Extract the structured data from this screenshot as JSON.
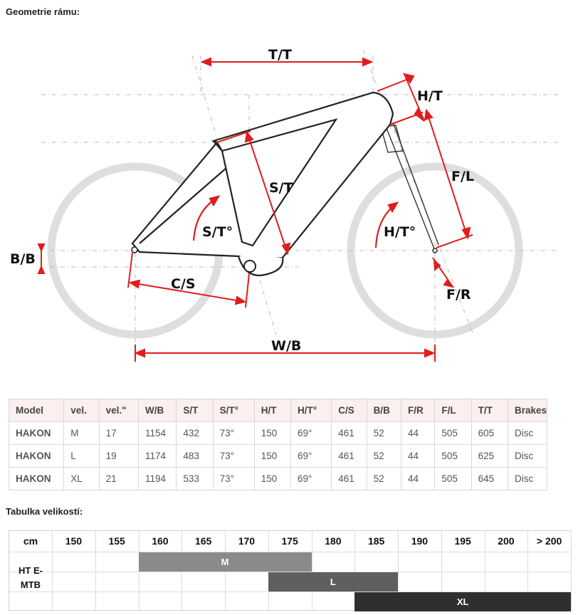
{
  "geometry_title": "Geometrie rámu:",
  "diagram_labels": {
    "tt": "T/T",
    "ht": "H/T",
    "st": "S/T",
    "st_angle": "S/T°",
    "fl": "F/L",
    "ht_angle": "H/T°",
    "bb": "B/B",
    "cs": "C/S",
    "fr": "F/R",
    "wb": "W/B"
  },
  "geometry_table": {
    "headers": [
      "Model",
      "vel.",
      "vel.\"",
      "W/B",
      "S/T",
      "S/T°",
      "H/T",
      "H/T°",
      "C/S",
      "B/B",
      "F/R",
      "F/L",
      "T/T",
      "Brakes"
    ],
    "rows": [
      [
        "HAKON",
        "M",
        "17",
        "1154",
        "432",
        "73°",
        "150",
        "69°",
        "461",
        "52",
        "44",
        "505",
        "605",
        "Disc"
      ],
      [
        "HAKON",
        "L",
        "19",
        "1174",
        "483",
        "73°",
        "150",
        "69°",
        "461",
        "52",
        "44",
        "505",
        "625",
        "Disc"
      ],
      [
        "HAKON",
        "XL",
        "21",
        "1194",
        "533",
        "73°",
        "150",
        "69°",
        "461",
        "52",
        "44",
        "505",
        "645",
        "Disc"
      ]
    ]
  },
  "size_title": "Tabulka velikostí:",
  "size_chart": {
    "unit": "cm",
    "heights": [
      "150",
      "155",
      "160",
      "165",
      "170",
      "175",
      "180",
      "185",
      "190",
      "195",
      "200",
      "> 200"
    ],
    "row_label": "HT E-MTB",
    "row_label_lines": [
      "HT E-",
      "MTB"
    ],
    "bars": [
      {
        "label": "M",
        "from": "160",
        "to": "175",
        "color": "#8a8a8a"
      },
      {
        "label": "L",
        "from": "175",
        "to": "185",
        "color": "#5f5f5f"
      },
      {
        "label": "XL",
        "from": "185",
        "to": "> 200",
        "color": "#2f2f2f"
      }
    ]
  }
}
